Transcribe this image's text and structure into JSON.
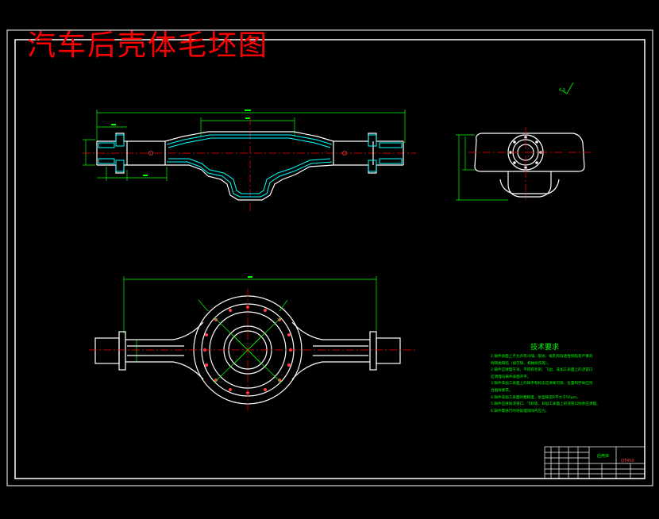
{
  "drawing": {
    "title": "汽车后壳体毛坯图",
    "roughness_mark": "6.3",
    "colors": {
      "background": "#000000",
      "outline": "#ffffff",
      "centerline": "#ff0000",
      "dimension": "#00ff00",
      "section": "#00ffff",
      "title": "#ff0000"
    },
    "technical_requirements": {
      "heading": "技术要求",
      "items": [
        "1.铸件表面上不允许有冷隔、裂纹、缩孔和穿透性缺陷及严重的",
        "  残缺类缺陷（如欠铸、机械损伤等）。",
        "2.铸件应清理干净，不得有毛刺、飞边，非加工表面上的浇冒口",
        "  应清理与铸件表面齐平。",
        "3.铸件非加工表面上的铸字和标志应清晰可辨，位置和字体应符",
        "  合图样要求。",
        "4.铸件非加工表面的粗糙度，砂型铸造R不大于50μm。",
        "5.铸件应清除浇冒口、飞刺等，非加工表面上的浇冒口残余应清理。",
        "6.铸件需进行时效处理消除内应力。"
      ]
    },
    "title_block": {
      "part_name": "后壳体",
      "material": "QT450"
    }
  }
}
